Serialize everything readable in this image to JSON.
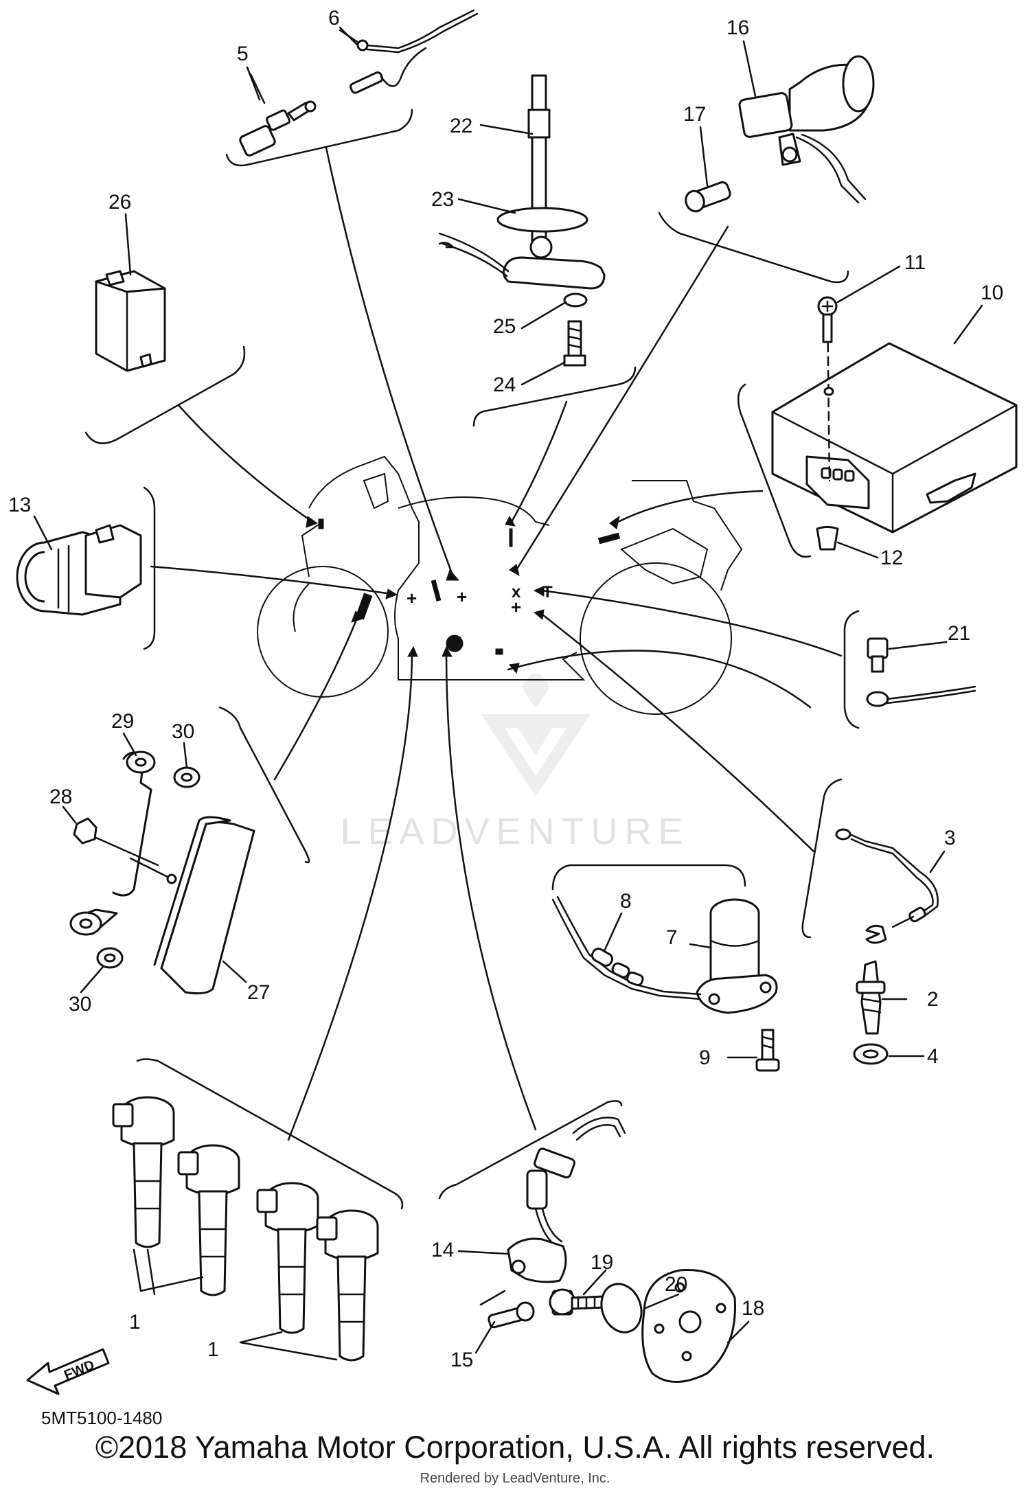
{
  "diagram": {
    "code": "5MT5100-1480",
    "copyright": "©2018 Yamaha Motor Corporation, U.S.A. All rights reserved.",
    "rendered_by": "Rendered by LeadVenture, Inc.",
    "watermark": "LEADVENTURE",
    "fwd_label": "FWD",
    "callouts": [
      "1",
      "1",
      "2",
      "3",
      "4",
      "5",
      "6",
      "7",
      "8",
      "9",
      "10",
      "11",
      "12",
      "13",
      "14",
      "15",
      "16",
      "17",
      "18",
      "19",
      "20",
      "21",
      "22",
      "23",
      "24",
      "25",
      "26",
      "27",
      "28",
      "29",
      "30",
      "30"
    ]
  }
}
